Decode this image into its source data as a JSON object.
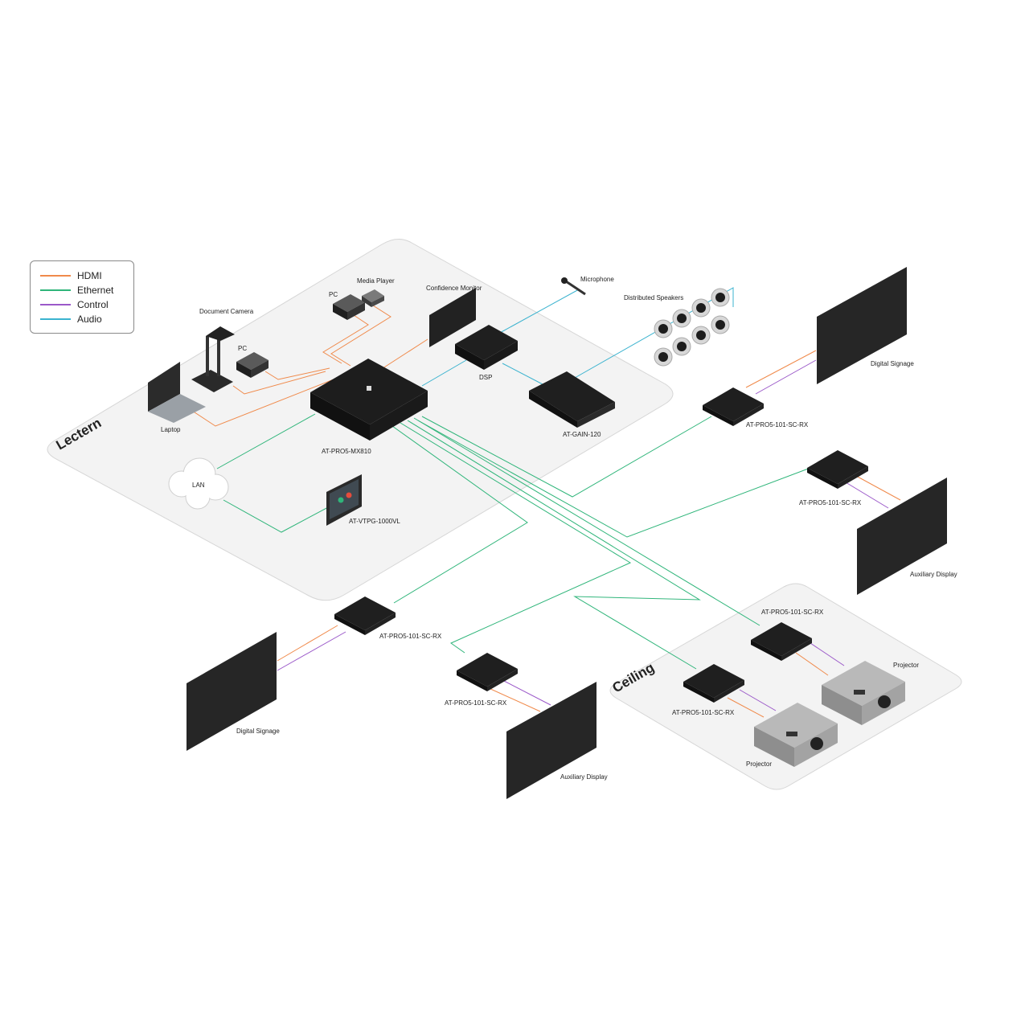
{
  "legend": [
    {
      "label": "HDMI",
      "color": "#f08a4b"
    },
    {
      "label": "Ethernet",
      "color": "#2fb57a"
    },
    {
      "label": "Control",
      "color": "#9b59c9"
    },
    {
      "label": "Audio",
      "color": "#3bb3cf"
    }
  ],
  "zones": {
    "lectern": "Lectern",
    "ceiling": "Ceiling"
  },
  "devices": {
    "document_camera": "Document Camera",
    "laptop": "Laptop",
    "pc_left": "PC",
    "pc_top": "PC",
    "media_player": "Media Player",
    "confidence_monitor": "Confidence Monitor",
    "matrix": "AT-PRO5-MX810",
    "dsp": "DSP",
    "amplifier": "AT-GAIN-120",
    "microphone": "Microphone",
    "distributed_speakers": "Distributed Speakers",
    "lan": "LAN",
    "touch_panel": "AT-VTPG-1000VL",
    "digital_signage_right": "Digital Signage",
    "rx_1": "AT-PRO5-101-SC-RX",
    "rx_2": "AT-PRO5-101-SC-RX",
    "auxiliary_display_right": "Auxiliary Display",
    "rx_3": "AT-PRO5-101-SC-RX",
    "digital_signage_left": "Digital Signage",
    "rx_4": "AT-PRO5-101-SC-RX",
    "auxiliary_display_bottom": "Auxiliary Display",
    "rx_5": "AT-PRO5-101-SC-RX",
    "rx_6": "AT-PRO5-101-SC-RX",
    "projector_1": "Projector",
    "projector_2": "Projector"
  }
}
